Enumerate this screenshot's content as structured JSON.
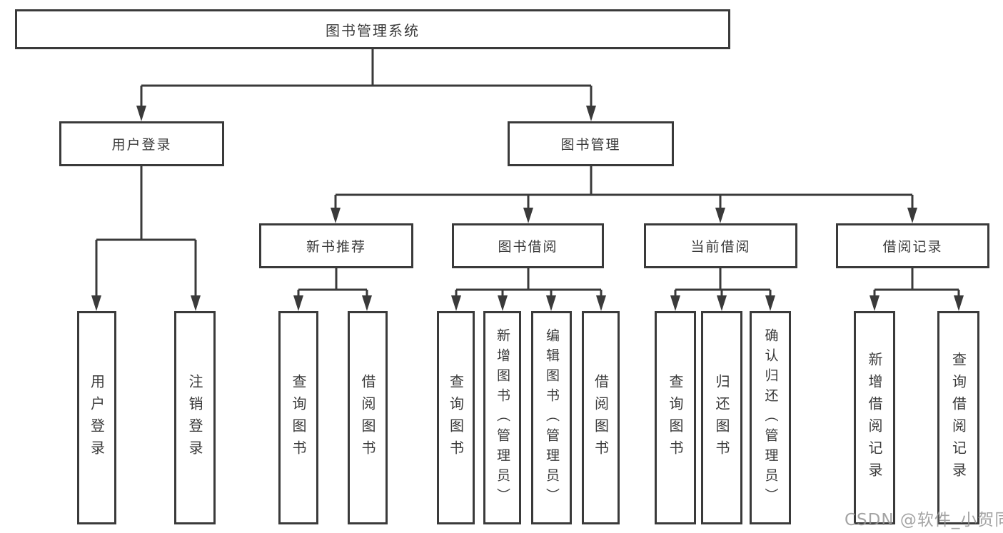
{
  "diagram": {
    "root": {
      "label": "图书管理系统"
    },
    "level2": [
      {
        "id": "user-login",
        "label": "用户登录"
      },
      {
        "id": "book-management",
        "label": "图书管理"
      }
    ],
    "level3": [
      {
        "id": "new-book-recommend",
        "label": "新书推荐",
        "parent": "book-management"
      },
      {
        "id": "book-borrow",
        "label": "图书借阅",
        "parent": "book-management"
      },
      {
        "id": "current-borrow",
        "label": "当前借阅",
        "parent": "book-management"
      },
      {
        "id": "borrow-records",
        "label": "借阅记录",
        "parent": "book-management"
      }
    ],
    "leaves": [
      {
        "label": "用户登录",
        "parent": "user-login"
      },
      {
        "label": "注销登录",
        "parent": "user-login"
      },
      {
        "label": "查询图书",
        "parent": "new-book-recommend"
      },
      {
        "label": "借阅图书",
        "parent": "new-book-recommend"
      },
      {
        "label": "查询图书",
        "parent": "book-borrow"
      },
      {
        "label": "新增图书（管理员）",
        "parent": "book-borrow"
      },
      {
        "label": "编辑图书（管理员）",
        "parent": "book-borrow"
      },
      {
        "label": "借阅图书",
        "parent": "book-borrow"
      },
      {
        "label": "查询图书",
        "parent": "current-borrow"
      },
      {
        "label": "归还图书",
        "parent": "current-borrow"
      },
      {
        "label": "确认归还（管理员）",
        "parent": "current-borrow"
      },
      {
        "label": "新增借阅记录",
        "parent": "borrow-records"
      },
      {
        "label": "查询借阅记录",
        "parent": "borrow-records"
      }
    ],
    "watermark": "CSDN @软件_小贺同学",
    "colors": {
      "border": "#3a3a3a",
      "text": "#3a3a3a",
      "line": "#3a3a3a",
      "background": "#ffffff",
      "watermark": "#949494"
    }
  }
}
